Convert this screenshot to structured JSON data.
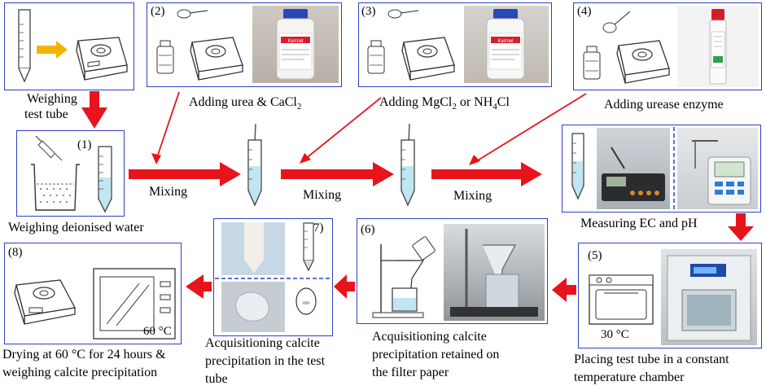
{
  "steps": {
    "s1": {
      "num": "(1)",
      "caption": "Weighing deionised water"
    },
    "s2": {
      "num": "(2)",
      "caption_main": "Adding urea & CaCl",
      "caption_sub": "2"
    },
    "s3": {
      "num": "(3)",
      "caption_main": "Adding MgCl",
      "caption_sub": "2",
      "caption_tail": " or NH",
      "caption_sub2": "4",
      "caption_end": "Cl"
    },
    "s4": {
      "num": "(4)",
      "caption": "Adding urease enzyme"
    },
    "s5": {
      "num": "(5)",
      "caption_line1": "Placing test tube in a constant",
      "caption_line2": "temperature chamber",
      "temp": "30 °C"
    },
    "s6": {
      "num": "(6)",
      "caption_line1": "Acquisitioning calcite",
      "caption_line2": "precipitation retained on",
      "caption_line3": "the filter paper"
    },
    "s7": {
      "num": "(7)",
      "caption_line1": "Acquisitioning calcite",
      "caption_line2": "precipitation in the test",
      "caption_line3": "tube"
    },
    "s8": {
      "num": "(8)",
      "caption_line1": "Drying at 60 °C for 24 hours &",
      "caption_line2": "weighing calcite precipitation",
      "temp": "60 °C"
    }
  },
  "tube_step": {
    "caption_line1": "Weighing",
    "caption_line2": "test tube"
  },
  "measure": {
    "caption": "Measuring EC and pH"
  },
  "mixing_labels": [
    "Mixing",
    "Mixing",
    "Mixing"
  ],
  "bottle_label": "Kermel",
  "colors": {
    "box_border": "#2f3fc8",
    "arrow_red": "#e8141c",
    "arrow_orange": "#f5b400",
    "dashed": "#2f3fc8"
  }
}
